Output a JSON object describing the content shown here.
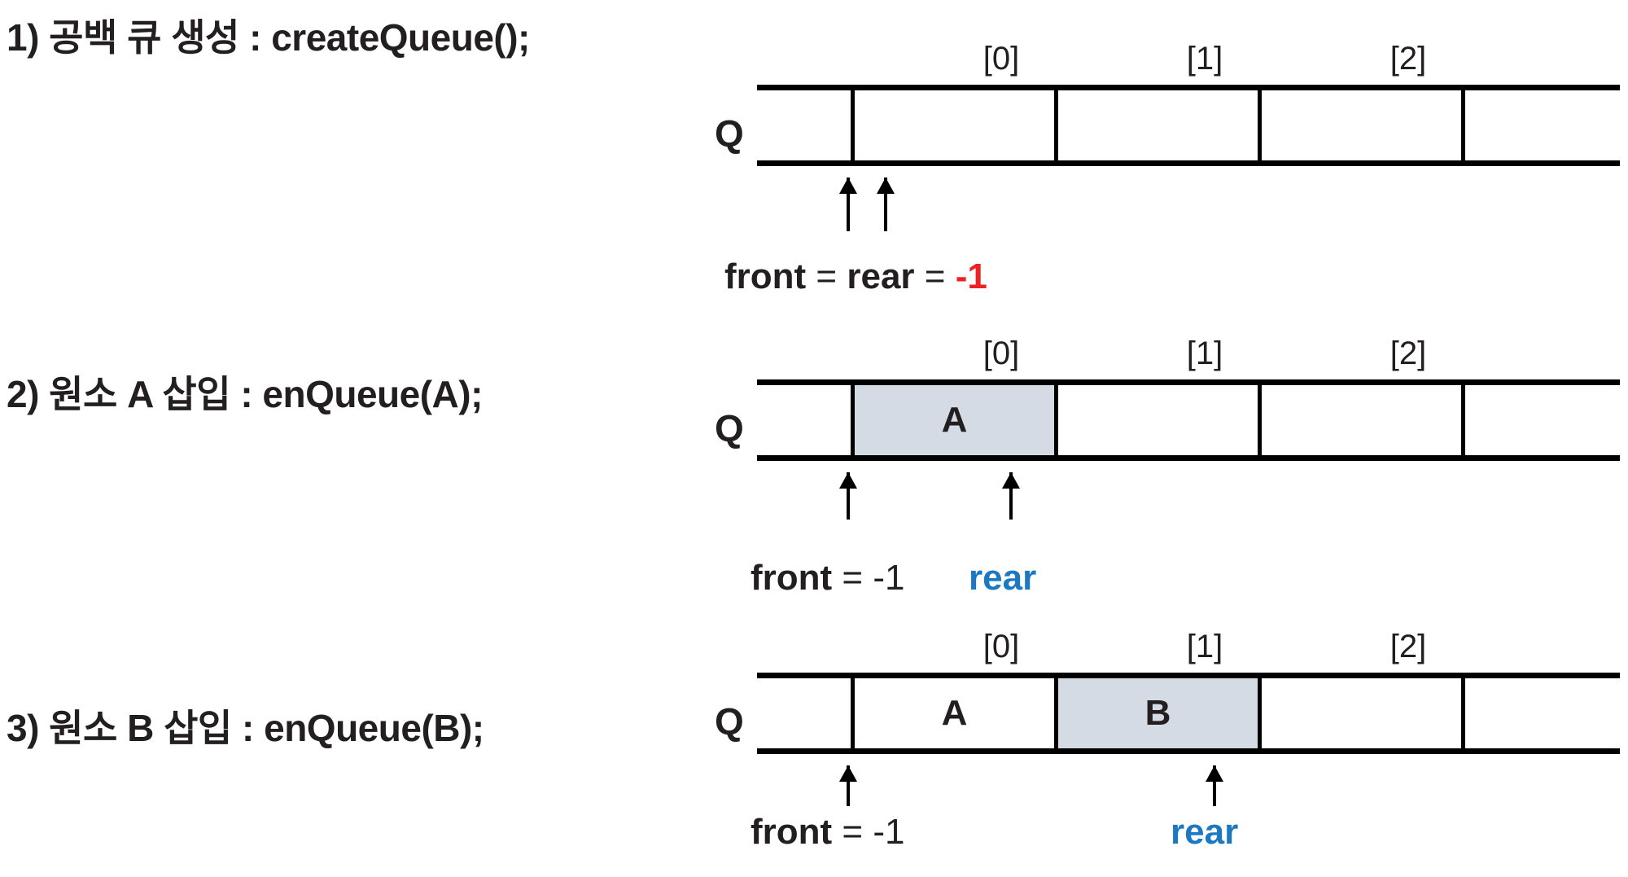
{
  "steps": [
    {
      "caption": "1) 공백 큐 생성 : createQueue();",
      "array_label": "Q",
      "index_labels": [
        "[0]",
        "[1]",
        "[2]"
      ],
      "cells": [
        "",
        "",
        "",
        "",
        ""
      ],
      "pointers": [
        {
          "name": "front",
          "target_cell": 0
        },
        {
          "name": "rear",
          "target_cell": 0
        }
      ],
      "legend": {
        "text_parts": [
          "front",
          " = ",
          "rear",
          " = ",
          "-1"
        ],
        "front_word": "front",
        "equals_1": " = ",
        "rear_word": "rear",
        "equals_2": " = ",
        "value": "-1"
      }
    },
    {
      "caption": "2) 원소 A 삽입 : enQueue(A);",
      "array_label": "Q",
      "index_labels": [
        "[0]",
        "[1]",
        "[2]"
      ],
      "cells": [
        "",
        "A",
        "",
        "",
        ""
      ],
      "highlight_cell": 1,
      "pointers": [
        {
          "name": "front",
          "target_cell": 0
        },
        {
          "name": "rear",
          "target_cell": 1
        }
      ],
      "legend": {
        "front_word": "front",
        "equals": " = ",
        "front_value": "-1",
        "rear_word": "rear"
      }
    },
    {
      "caption": "3) 원소 B 삽입 : enQueue(B);",
      "array_label": "Q",
      "index_labels": [
        "[0]",
        "[1]",
        "[2]"
      ],
      "cells": [
        "",
        "A",
        "B",
        "",
        ""
      ],
      "highlight_cell": 2,
      "pointers": [
        {
          "name": "front",
          "target_cell": 0
        },
        {
          "name": "rear",
          "target_cell": 2
        }
      ],
      "legend": {
        "front_word": "front",
        "equals": " = ",
        "front_value": "-1",
        "rear_word": "rear"
      }
    }
  ],
  "colors": {
    "highlight": "#d5dbe5",
    "rear_blue": "#1b78c2",
    "value_red": "#ec2224",
    "ink": "#231f20",
    "background": "#ffffff"
  }
}
